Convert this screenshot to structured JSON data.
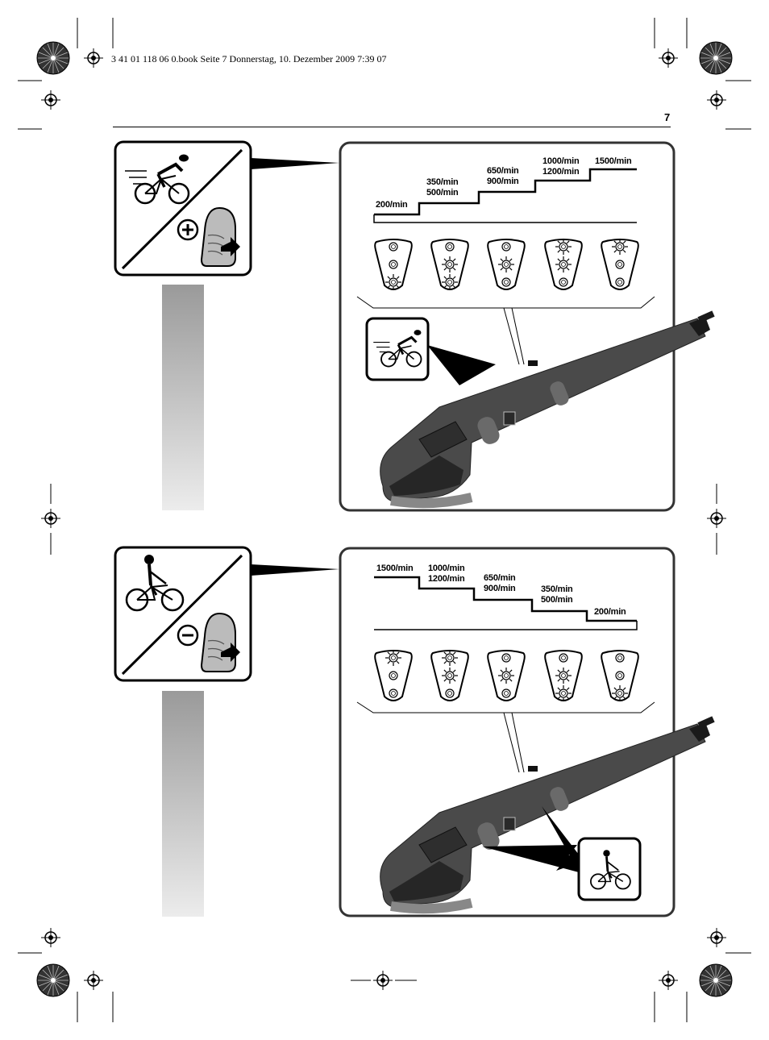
{
  "header": {
    "slug": "3 41 01 118 06 0.book  Seite 7  Donnerstag, 10. Dezember 2009  7:39 07",
    "page_number": "7"
  },
  "colors": {
    "ink": "#000000",
    "bar_gradient_top": "#9a9a9a",
    "bar_gradient_bottom": "#ececec",
    "tool_body": "#4a4a4a"
  },
  "panel_increase": {
    "button_symbol": "plus",
    "icon": "fast-cyclist-icon",
    "speeds": [
      {
        "l1": "200/min",
        "l2": ""
      },
      {
        "l1": "350/min",
        "l2": "500/min"
      },
      {
        "l1": "650/min",
        "l2": "900/min"
      },
      {
        "l1": "1000/min",
        "l2": "1200/min"
      },
      {
        "l1": "1500/min",
        "l2": ""
      }
    ],
    "leds": [
      [
        "off",
        "off",
        "on"
      ],
      [
        "off",
        "on",
        "on"
      ],
      [
        "off",
        "on",
        "off"
      ],
      [
        "on",
        "on",
        "off"
      ],
      [
        "on",
        "off",
        "off"
      ]
    ]
  },
  "panel_decrease": {
    "button_symbol": "minus",
    "icon": "slow-cyclist-icon",
    "speeds": [
      {
        "l1": "1500/min",
        "l2": ""
      },
      {
        "l1": "1000/min",
        "l2": "1200/min"
      },
      {
        "l1": "650/min",
        "l2": "900/min"
      },
      {
        "l1": "350/min",
        "l2": "500/min"
      },
      {
        "l1": "200/min",
        "l2": ""
      }
    ],
    "leds": [
      [
        "on",
        "off",
        "off"
      ],
      [
        "on",
        "on",
        "off"
      ],
      [
        "off",
        "on",
        "off"
      ],
      [
        "off",
        "on",
        "on"
      ],
      [
        "off",
        "off",
        "on"
      ]
    ]
  }
}
